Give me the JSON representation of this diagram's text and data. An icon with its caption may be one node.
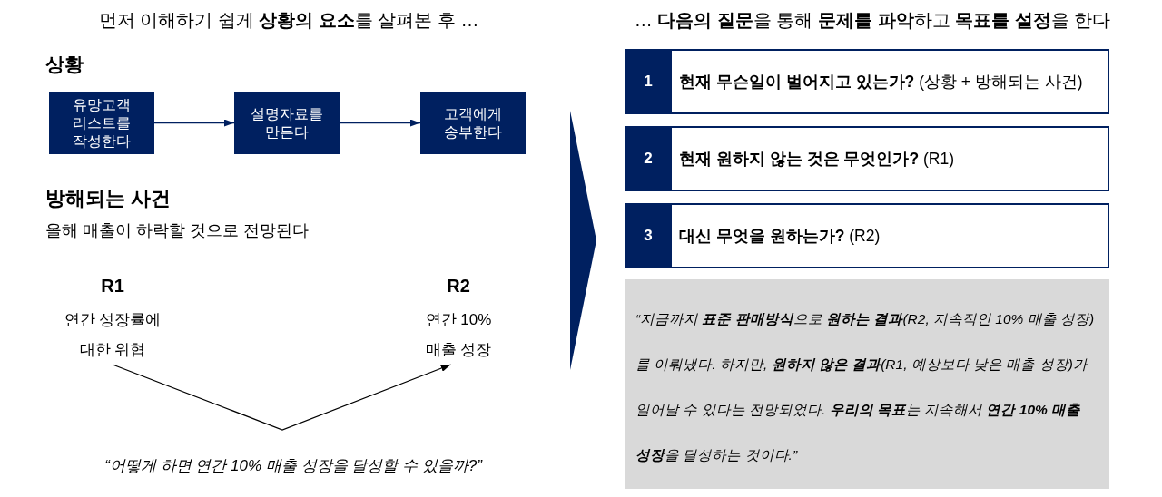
{
  "diagram": {
    "nodes": [
      {
        "text": [
          "유망고객 리스트를 작성한다"
        ]
      },
      {
        "text": [
          "설명자료를 만든다"
        ]
      },
      {
        "text": [
          "고객에게 송부한다"
        ]
      },
      {
        "text": [
          "R1",
          "연간 성장률에 대한 위협"
        ]
      },
      {
        "text": [
          "R2",
          "연간 10% 매출 성장"
        ]
      },
      {
        "text": [
          "**현재 무슨일이 벌어지고 있는가?** (상황 + 방해되는 사건)"
        ]
      },
      {
        "text": [
          "1"
        ],
        "in": 5
      },
      {
        "text": [
          "**현재 원하지 않는 것은 무엇인가?** (R1)"
        ]
      },
      {
        "text": [
          "2"
        ],
        "in": 7
      },
      {
        "text": [
          "**대신 무엇을 원하는가?** (R2)"
        ]
      },
      {
        "text": [
          "3"
        ],
        "in": 9
      },
      {
        "text": [
          "“지금까지 **표준 판매방식**으로 **원하는 결과**(R2, 지속적인 10% 매출 성장)를 이뤄냈다. 하지만, **원하지 않은 결과**(R1, 예상보다 낮은 매출 성장)가 일어날 수 있다는 전망되었다. **우리의 목표**는 지속해서 **연간 10% 매출 성장**을 달성하는 것이다.”"
        ]
      }
    ],
    "edges": [
      {
        "from": 0,
        "to": 1,
        "arrow": "to"
      },
      {
        "from": 1,
        "to": 2,
        "arrow": "to"
      },
      {
        "from": 3,
        "to": 4,
        "arrow": "to",
        "color": "#000000"
      }
    ],
    "labels": [
      "먼저 이해하기 쉽게 **상황의 요소**를 살펴본 후 …",
      "… **다음의 질문**을 통해 **문제를 파악**하고 **목표를 설정**을 한다",
      "상황",
      "방해되는 사건",
      "올해 매출이 하락할 것으로 전망된다",
      "“어떻게 하면 연간 10% 매출 성장을 달성할 수 있을까?”"
    ]
  }
}
